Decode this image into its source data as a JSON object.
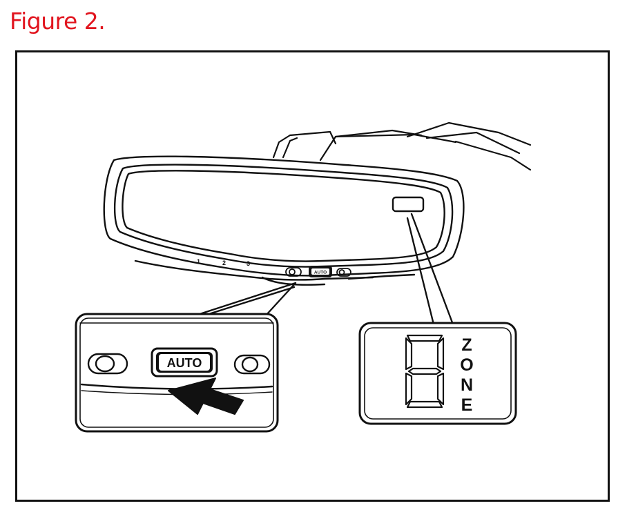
{
  "figure": {
    "title": "Figure 2."
  },
  "mirror": {
    "scale_labels": [
      "1",
      "2",
      "3"
    ],
    "auto_label_small": "AUTO"
  },
  "control_zoom": {
    "auto_button_label": "AUTO"
  },
  "display_zoom": {
    "digit": "8",
    "zone_letters": [
      "Z",
      "O",
      "N",
      "E"
    ]
  },
  "colors": {
    "title": "#e1141e",
    "ink": "#111111",
    "paper": "#ffffff"
  }
}
